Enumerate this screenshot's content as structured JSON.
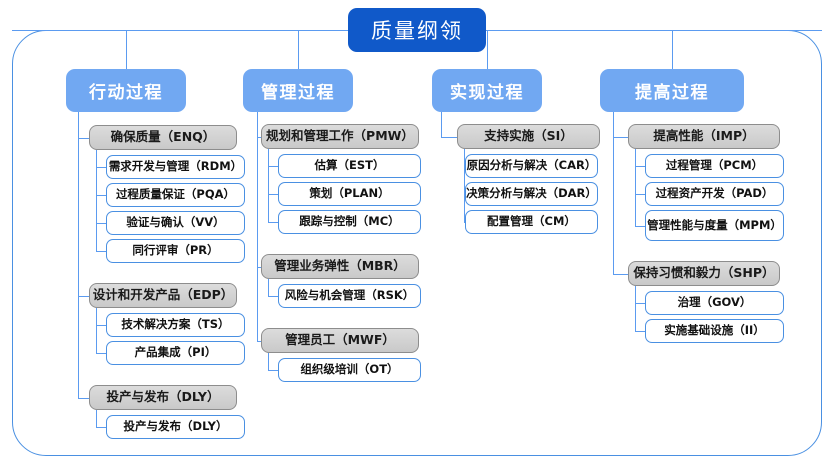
{
  "root": {
    "title": "质量纲领"
  },
  "colors": {
    "root_fill": "#1059c9",
    "header_fill": "#71a8f2",
    "group_fill": "#d2d2d2",
    "group_border": "#8d8d8d",
    "leaf_border": "#4a90e2",
    "connector": "#5b9bf0",
    "frame_border": "#4a90e2"
  },
  "columns": [
    {
      "header": "行动过程",
      "groups": [
        {
          "label": "确保质量（ENQ）",
          "items": [
            "需求开发与管理（RDM）",
            "过程质量保证（PQA）",
            "验证与确认（VV）",
            "同行评审（PR）"
          ]
        },
        {
          "label": "设计和开发产品（EDP）",
          "items": [
            "技术解决方案（TS）",
            "产品集成（PI）"
          ]
        },
        {
          "label": "投产与发布（DLY）",
          "items": [
            "投产与发布（DLY）"
          ]
        }
      ]
    },
    {
      "header": "管理过程",
      "groups": [
        {
          "label": "规划和管理工作（PMW）",
          "items": [
            "估算（EST）",
            "策划（PLAN）",
            "跟踪与控制（MC）"
          ]
        },
        {
          "label": "管理业务弹性（MBR）",
          "items": [
            "风险与机会管理（RSK）"
          ]
        },
        {
          "label": "管理员工（MWF）",
          "items": [
            "组织级培训（OT）"
          ]
        }
      ]
    },
    {
      "header": "实现过程",
      "groups": [
        {
          "label": "支持实施（SI）",
          "items": [
            "原因分析与解决（CAR）",
            "决策分析与解决（DAR）",
            "配置管理（CM）"
          ]
        }
      ]
    },
    {
      "header": "提高过程",
      "groups": [
        {
          "label": "提高性能（IMP）",
          "items": [
            "过程管理（PCM）",
            "过程资产开发（PAD）",
            "管理性能与度量（MPM）"
          ]
        },
        {
          "label": "保持习惯和毅力（SHP）",
          "items": [
            "治理（GOV）",
            "实施基础设施（II）"
          ]
        }
      ]
    }
  ]
}
